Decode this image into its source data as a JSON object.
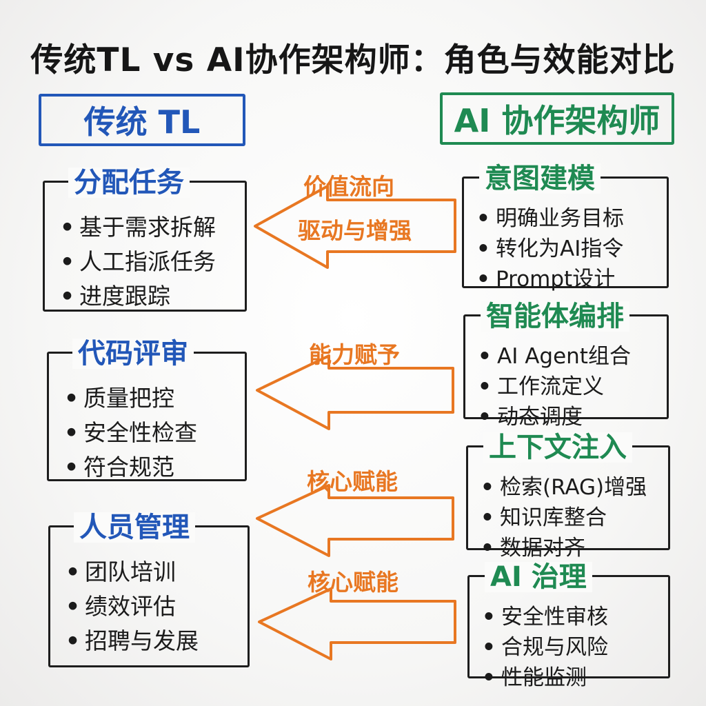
{
  "title": "传统TL vs AI协作架构师：角色与效能对比",
  "left_header": "传统 TL",
  "right_header": "AI 协作架构师",
  "left_boxes": [
    {
      "title": "分配任务",
      "items": [
        "基于需求拆解",
        "人工指派任务",
        "进度跟踪"
      ]
    },
    {
      "title": "代码评审",
      "items": [
        "质量把控",
        "安全性检查",
        "符合规范"
      ]
    },
    {
      "title": "人员管理",
      "items": [
        "团队培训",
        "绩效评估",
        "招聘与发展"
      ]
    }
  ],
  "right_boxes": [
    {
      "title": "意图建模",
      "items": [
        "明确业务目标",
        "转化为AI指令",
        "Prompt设计"
      ]
    },
    {
      "title": "智能体编排",
      "items": [
        "AI Agent组合",
        "工作流定义",
        "动态调度"
      ]
    },
    {
      "title": "上下文注入",
      "items": [
        "检索(RAG)增强",
        "知识库整合",
        "数据对齐"
      ]
    },
    {
      "title": "AI 治理",
      "items": [
        "安全性审核",
        "合规与风险",
        "性能监测"
      ]
    }
  ],
  "arrows": [
    {
      "label_1": "价值流向",
      "label_2": "驱动与增强"
    },
    {
      "label_1": "能力赋予"
    },
    {
      "label_1": "核心赋能"
    },
    {
      "label_1": "核心赋能"
    }
  ],
  "colors": {
    "left_accent": "#2257b8",
    "right_accent": "#1f8a52",
    "arrow": "#e87722",
    "ink": "#1b1b1b"
  },
  "bullet": "•"
}
